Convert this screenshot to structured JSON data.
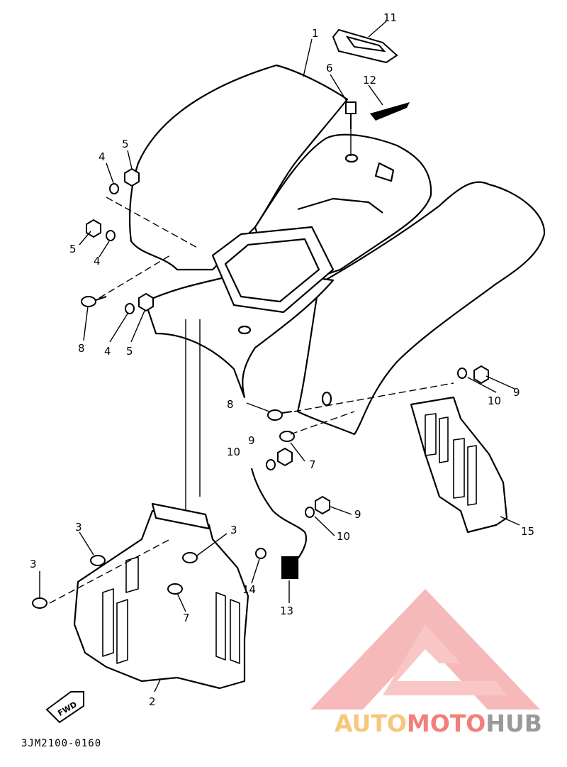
{
  "diagram": {
    "parts": [
      {
        "id": "part-1",
        "label": "1"
      },
      {
        "id": "part-2",
        "label": "2"
      },
      {
        "id": "part-3",
        "label": "3"
      },
      {
        "id": "part-4",
        "label": "4"
      },
      {
        "id": "part-5",
        "label": "5"
      },
      {
        "id": "part-6",
        "label": "6"
      },
      {
        "id": "part-7",
        "label": "7"
      },
      {
        "id": "part-8",
        "label": "8"
      },
      {
        "id": "part-9",
        "label": "9"
      },
      {
        "id": "part-10",
        "label": "10"
      },
      {
        "id": "part-11",
        "label": "11"
      },
      {
        "id": "part-12",
        "label": "12"
      },
      {
        "id": "part-13",
        "label": "13"
      },
      {
        "id": "part-14",
        "label": "14"
      },
      {
        "id": "part-15",
        "label": "15"
      }
    ],
    "fwd_label": "FWD",
    "code": "3JM2100-0160"
  },
  "watermark": {
    "part1": "AUTO",
    "part2": "MOTO",
    "part3": "HUB",
    "colors": {
      "auto": "#f7c77a",
      "moto": "#f2807a",
      "hub": "#9a9a9a",
      "logo": "#f4a2a2"
    }
  }
}
